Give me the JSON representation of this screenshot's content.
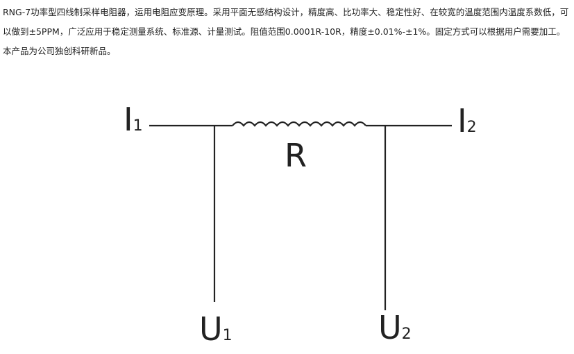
{
  "description_text": "RNG-7功率型四线制采样电阻器，运用电阻应变原理。采用平面无感结构设计，精度高、比功率大、稳定性好、在较宽的温度范围内温度系数低，可以做到±5PPM，广泛应用于稳定测量系统、标准源、计量测试。阻值范围0.0001R-10R，精度±0.01%-±1%。固定方式可以根据用户需要加工。本产品为公司独创科研新品。",
  "diagram": {
    "resistor_label": "R",
    "terminals": {
      "current_1": {
        "letter": "I",
        "index": "1"
      },
      "current_2": {
        "letter": "I",
        "index": "2"
      },
      "voltage_1": {
        "letter": "U",
        "index": "1"
      },
      "voltage_2": {
        "letter": "U",
        "index": "2"
      }
    }
  }
}
